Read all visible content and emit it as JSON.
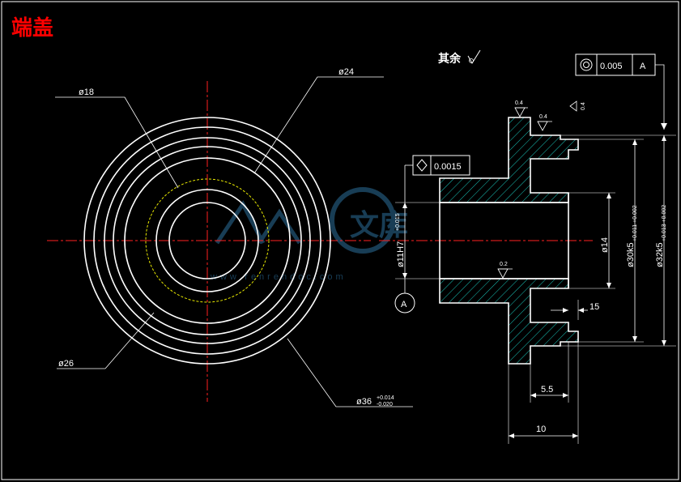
{
  "title": "端盖",
  "colors": {
    "background": "#000000",
    "outline": "#ffffff",
    "title": "#ff0000",
    "centerline": "#ff2020",
    "hidden_circle": "#e8e800",
    "hatch": "#19c4b9",
    "watermark": "#2c6f9c"
  },
  "left_view": {
    "dim_d18": "ø18",
    "dim_d24": "ø24",
    "dim_d26": "ø26",
    "dim_d36": "ø36",
    "dim_d36_upper": "+0.014",
    "dim_d36_lower": "-0.020"
  },
  "section_view": {
    "surface_note": "其余",
    "gdt_frame": {
      "symbol": "concentricity-icon",
      "tolerance": "0.005",
      "datum": "A"
    },
    "flatness_frame": {
      "symbol": "flatness-icon",
      "tolerance": "0.0015"
    },
    "roughness_1": "0.4",
    "roughness_2": "0.4",
    "roughness_3": "0.4",
    "roughness_4": "0.2",
    "dim_bore": "ø11H7",
    "dim_bore_tol": "+0.015",
    "dim_d14": "ø14",
    "dim_d30": "ø30k5",
    "dim_d30_tol": "+0.011 +0.002",
    "dim_d32": "ø32k5",
    "dim_d32_tol": "+0.013 +0.002",
    "dim_15": "15",
    "dim_5_5": "5.5",
    "dim_10": "10",
    "datum_label": "A"
  },
  "watermark": {
    "text": "文库",
    "url": "www.renrendoc.com"
  }
}
